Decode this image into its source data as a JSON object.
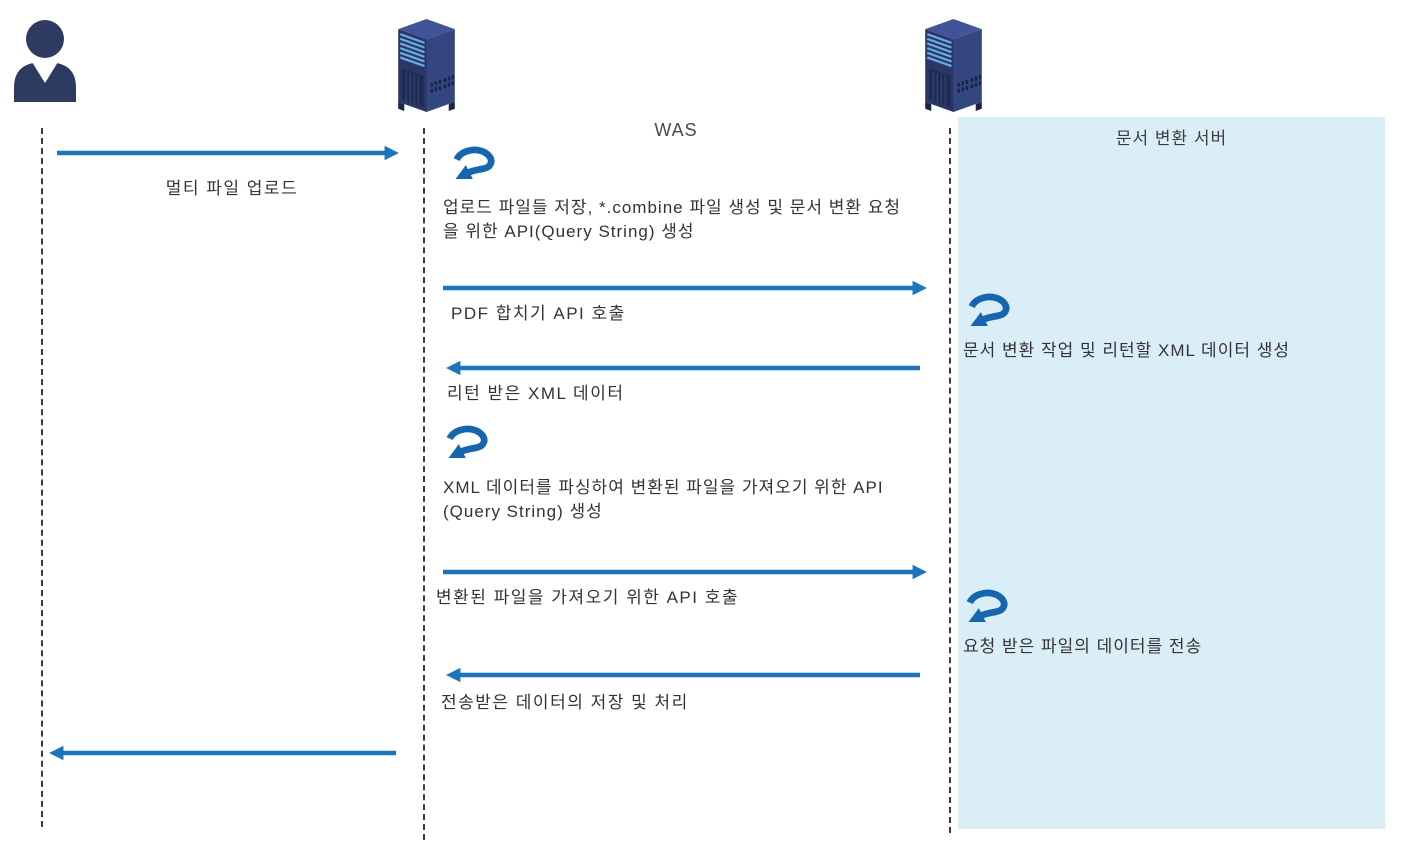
{
  "actors": [
    {
      "id": "user",
      "type": "person",
      "label": ""
    },
    {
      "id": "was",
      "type": "server",
      "label": "WAS"
    },
    {
      "id": "doc_server",
      "type": "server",
      "label": "문서 변환 서버"
    }
  ],
  "messages": [
    {
      "from": "user",
      "to": "was",
      "direction": "right",
      "label": "멀티 파일 업로드"
    },
    {
      "from": "was",
      "to": "doc_server",
      "direction": "right",
      "label": "PDF 합치기 API 호출"
    },
    {
      "from": "doc_server",
      "to": "was",
      "direction": "left",
      "label": "리턴 받은 XML 데이터"
    },
    {
      "from": "was",
      "to": "doc_server",
      "direction": "right",
      "label": "변환된 파일을 가져오기 위한 API 호출"
    },
    {
      "from": "doc_server",
      "to": "was",
      "direction": "left",
      "label": "전송받은 데이터의 저장 및 처리"
    },
    {
      "from": "was",
      "to": "user",
      "direction": "left",
      "label": ""
    }
  ],
  "self_actions": [
    {
      "actor": "was",
      "label": "업로드 파일들 저장, *.combine 파일 생성 및 문서 변환 요청을 위한 API(Query String) 생성"
    },
    {
      "actor": "doc_server",
      "label": "문서 변환 작업 및 리턴할 XML 데이터 생성"
    },
    {
      "actor": "was",
      "label": "XML 데이터를 파싱하여 변환된 파일을 가져오기 위한 API(Query String) 생성"
    },
    {
      "actor": "doc_server",
      "label": "요청 받은 파일의 데이터를 전송"
    }
  ],
  "colors": {
    "message_arrow": "#1b74bc",
    "loop_arrow": "#1665af",
    "doc_server_panel": "#daeef8",
    "actor_dark_navy": "#2d3a62",
    "server_left_face": "#2a3766",
    "server_right_face": "#344680",
    "server_top_face": "#3f5499",
    "server_led_stripe": "#68ace4",
    "lifeline": "#3a3a3a",
    "text": "#333333"
  }
}
